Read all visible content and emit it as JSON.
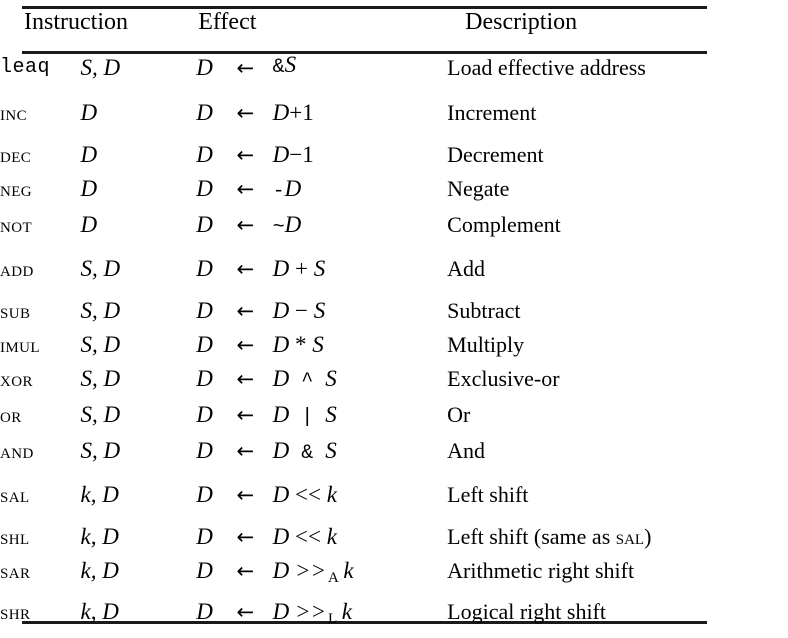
{
  "table": {
    "headers": {
      "instruction": "Instruction",
      "effect": "Effect",
      "description": "Description"
    },
    "rules": {
      "color": "#1a1a1a"
    },
    "groups": [
      {
        "name": "load-effective-address",
        "rows": [
          {
            "mnemonic": "leaq",
            "mnemonic_style": "mono",
            "operands": "S, D",
            "effect_dest": "D",
            "effect_arrow": "←",
            "effect_source": "&S",
            "description": "Load effective address"
          }
        ]
      },
      {
        "name": "unary-operations",
        "rows": [
          {
            "mnemonic": "INC",
            "mnemonic_style": "smallcaps",
            "operands": "D",
            "effect_dest": "D",
            "effect_arrow": "←",
            "effect_source": "D+1",
            "description": "Increment"
          },
          {
            "mnemonic": "DEC",
            "mnemonic_style": "smallcaps",
            "operands": "D",
            "effect_dest": "D",
            "effect_arrow": "←",
            "effect_source": "D−1",
            "description": "Decrement"
          },
          {
            "mnemonic": "NEG",
            "mnemonic_style": "smallcaps",
            "operands": "D",
            "effect_dest": "D",
            "effect_arrow": "←",
            "effect_source": "-D",
            "description": "Negate"
          },
          {
            "mnemonic": "NOT",
            "mnemonic_style": "smallcaps",
            "operands": "D",
            "effect_dest": "D",
            "effect_arrow": "←",
            "effect_source": "~D",
            "description": "Complement"
          }
        ]
      },
      {
        "name": "binary-operations",
        "rows": [
          {
            "mnemonic": "ADD",
            "mnemonic_style": "smallcaps",
            "operands": "S, D",
            "effect_dest": "D",
            "effect_arrow": "←",
            "effect_source": "D + S",
            "description": "Add"
          },
          {
            "mnemonic": "SUB",
            "mnemonic_style": "smallcaps",
            "operands": "S, D",
            "effect_dest": "D",
            "effect_arrow": "←",
            "effect_source": "D − S",
            "description": "Subtract"
          },
          {
            "mnemonic": "IMUL",
            "mnemonic_style": "smallcaps",
            "operands": "S, D",
            "effect_dest": "D",
            "effect_arrow": "←",
            "effect_source": "D * S",
            "description": "Multiply"
          },
          {
            "mnemonic": "XOR",
            "mnemonic_style": "smallcaps",
            "operands": "S, D",
            "effect_dest": "D",
            "effect_arrow": "←",
            "effect_source": "D ^ S",
            "description": "Exclusive-or"
          },
          {
            "mnemonic": "OR",
            "mnemonic_style": "smallcaps",
            "operands": "S, D",
            "effect_dest": "D",
            "effect_arrow": "←",
            "effect_source": "D | S",
            "description": "Or"
          },
          {
            "mnemonic": "AND",
            "mnemonic_style": "smallcaps",
            "operands": "S, D",
            "effect_dest": "D",
            "effect_arrow": "←",
            "effect_source": "D & S",
            "description": "And"
          }
        ]
      },
      {
        "name": "shift-operations",
        "rows": [
          {
            "mnemonic": "SAL",
            "mnemonic_style": "smallcaps",
            "operands": "k, D",
            "effect_dest": "D",
            "effect_arrow": "←",
            "effect_source": "D << k",
            "description": "Left shift"
          },
          {
            "mnemonic": "SHL",
            "mnemonic_style": "smallcaps",
            "operands": "k, D",
            "effect_dest": "D",
            "effect_arrow": "←",
            "effect_source": "D << k",
            "description_prefix": "Left shift (same as ",
            "description_smallcaps": "SAL",
            "description_suffix": ")",
            "description": "Left shift (same as SAL)"
          },
          {
            "mnemonic": "SAR",
            "mnemonic_style": "smallcaps",
            "operands": "k, D",
            "effect_dest": "D",
            "effect_arrow": "←",
            "effect_source_pre": "D >>",
            "effect_source_sub": "A",
            "effect_source_post": "k",
            "description": "Arithmetic right shift"
          },
          {
            "mnemonic": "SHR",
            "mnemonic_style": "smallcaps",
            "operands": "k, D",
            "effect_dest": "D",
            "effect_arrow": "←",
            "effect_source_pre": "D >>",
            "effect_source_sub": "L",
            "effect_source_post": "k",
            "description": "Logical right shift"
          }
        ]
      }
    ]
  }
}
